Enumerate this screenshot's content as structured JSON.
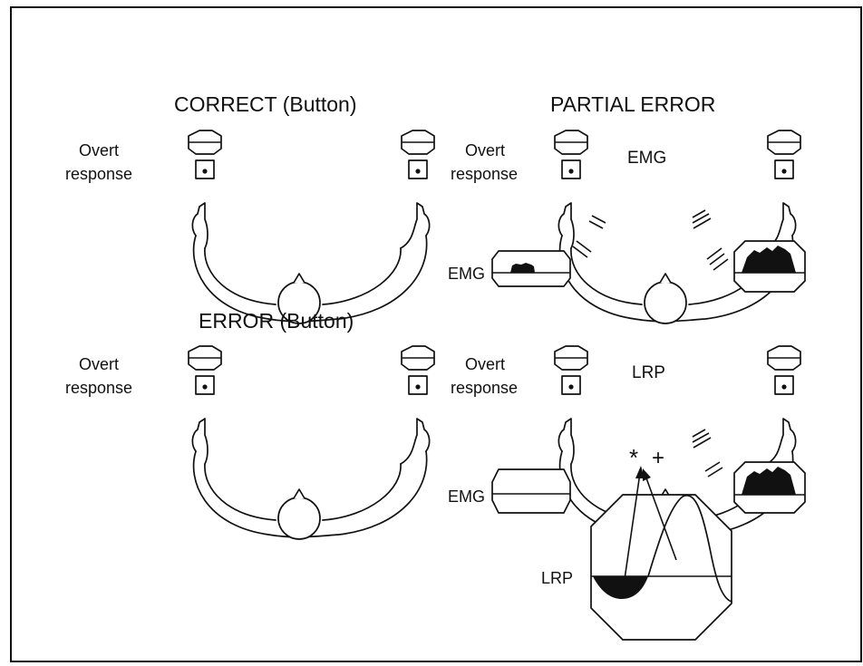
{
  "panels": {
    "correct": {
      "title": "CORRECT (Button)",
      "response_label_line1": "Overt",
      "response_label_line2": "response"
    },
    "error": {
      "title": "ERROR (Button)",
      "response_label_line1": "Overt",
      "response_label_line2": "response"
    },
    "partial_error_emg": {
      "title": "PARTIAL ERROR",
      "response_label_line1": "Overt",
      "response_label_line2": "response",
      "center_label": "EMG",
      "emg_label": "EMG"
    },
    "partial_error_lrp": {
      "response_label_line1": "Overt",
      "response_label_line2": "response",
      "center_label": "LRP",
      "emg_label": "EMG",
      "lrp_label": "LRP",
      "electrode_symbols": [
        "*",
        "+"
      ]
    }
  }
}
